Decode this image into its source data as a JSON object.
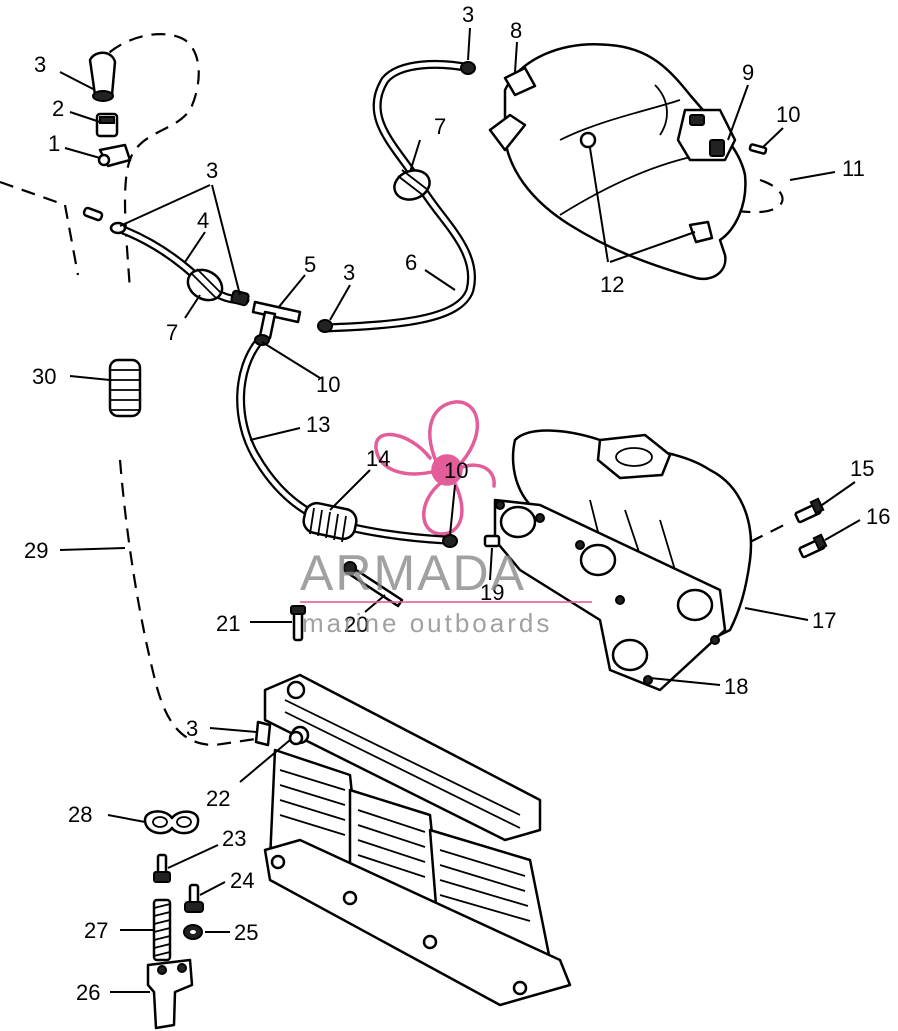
{
  "watermark": {
    "brand": "ARMADA",
    "tagline": "marine outboards",
    "accent_color": "#e35d9a",
    "text_color": "#8a8a8a"
  },
  "callouts": [
    {
      "id": "c1",
      "label": "1"
    },
    {
      "id": "c2",
      "label": "2"
    },
    {
      "id": "c3a",
      "label": "3"
    },
    {
      "id": "c3b",
      "label": "3"
    },
    {
      "id": "c3c",
      "label": "3"
    },
    {
      "id": "c3d",
      "label": "3"
    },
    {
      "id": "c3e",
      "label": "3"
    },
    {
      "id": "c4",
      "label": "4"
    },
    {
      "id": "c5",
      "label": "5"
    },
    {
      "id": "c6",
      "label": "6"
    },
    {
      "id": "c7a",
      "label": "7"
    },
    {
      "id": "c7b",
      "label": "7"
    },
    {
      "id": "c8",
      "label": "8"
    },
    {
      "id": "c9",
      "label": "9"
    },
    {
      "id": "c10a",
      "label": "10"
    },
    {
      "id": "c10b",
      "label": "10"
    },
    {
      "id": "c10c",
      "label": "10"
    },
    {
      "id": "c11",
      "label": "11"
    },
    {
      "id": "c12",
      "label": "12"
    },
    {
      "id": "c13",
      "label": "13"
    },
    {
      "id": "c14",
      "label": "14"
    },
    {
      "id": "c15",
      "label": "15"
    },
    {
      "id": "c16",
      "label": "16"
    },
    {
      "id": "c17",
      "label": "17"
    },
    {
      "id": "c18",
      "label": "18"
    },
    {
      "id": "c19",
      "label": "19"
    },
    {
      "id": "c20",
      "label": "20"
    },
    {
      "id": "c21",
      "label": "21"
    },
    {
      "id": "c22",
      "label": "22"
    },
    {
      "id": "c23",
      "label": "23"
    },
    {
      "id": "c24",
      "label": "24"
    },
    {
      "id": "c25",
      "label": "25"
    },
    {
      "id": "c26",
      "label": "26"
    },
    {
      "id": "c27",
      "label": "27"
    },
    {
      "id": "c28",
      "label": "28"
    },
    {
      "id": "c29",
      "label": "29"
    },
    {
      "id": "c30",
      "label": "30"
    }
  ]
}
